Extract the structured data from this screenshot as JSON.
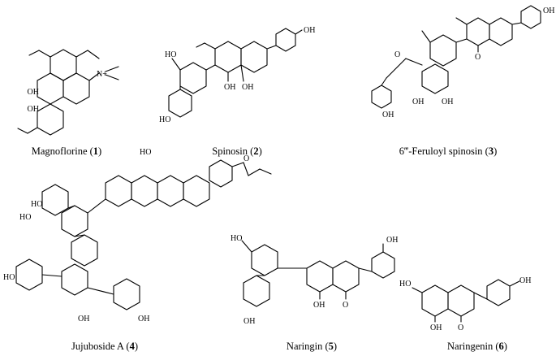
{
  "compounds": [
    {
      "name": "Magnoflorine (",
      "number": "1",
      "close": ")"
    },
    {
      "name": "Spinosin (",
      "number": "2",
      "close": ")"
    },
    {
      "name": "6‴-Feruloyl spinosin (",
      "number": "3",
      "close": ")"
    },
    {
      "name": "Jujuboside A (",
      "number": "4",
      "close": ")"
    },
    {
      "name": "Naringin (",
      "number": "5",
      "close": ")"
    },
    {
      "name": "Naringenin (",
      "number": "6",
      "close": ")"
    }
  ],
  "atoms": {
    "oh": "OH",
    "ho": "HO",
    "o": "O",
    "n_plus": "N+"
  }
}
